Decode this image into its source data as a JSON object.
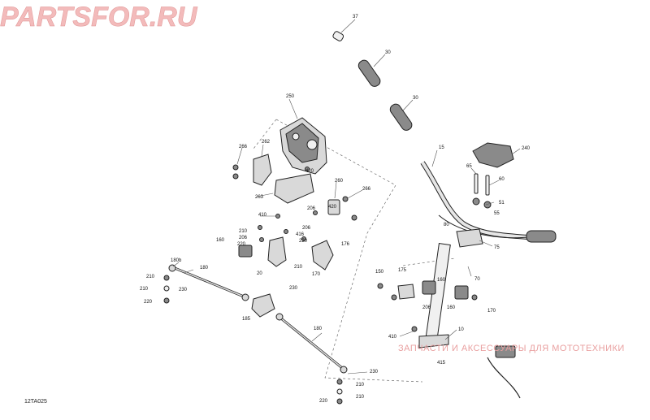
{
  "diagram": {
    "code": "12TA025",
    "callouts": {
      "c37": "37",
      "c30a": "30",
      "c30b": "30",
      "c250": "250",
      "c262": "262",
      "c266a": "266",
      "c420a": "420",
      "c260": "260",
      "c266b": "266",
      "c263": "263",
      "c420b": "420",
      "c410a": "410",
      "c206a": "206",
      "c416a": "416",
      "c220a": "220",
      "c210a": "210",
      "c206b": "206",
      "c160a": "160",
      "c220b": "220",
      "c206c": "206",
      "c176a": "176",
      "c210b": "210",
      "c20": "20",
      "c170a": "170",
      "c230a": "230",
      "c185": "185",
      "c180a": "180",
      "c180b": "180b",
      "c210c": "210",
      "c210d": "210",
      "c230b": "230",
      "c220c": "220",
      "c180c": "180",
      "c230c": "230",
      "c210e": "210",
      "c210f": "210",
      "c220d": "220",
      "c15": "15",
      "c240": "240",
      "c65": "65",
      "c60": "60",
      "c51": "51",
      "c55": "55",
      "c80": "80",
      "c75": "75",
      "c70": "70",
      "c150": "150",
      "c175": "175",
      "c160b": "160",
      "c206d": "206",
      "c160c": "160",
      "c170b": "170",
      "c10": "10",
      "c410b": "410",
      "c415": "415"
    }
  },
  "watermark": {
    "text": "ЗАПЧАСТИ И АКСЕССУАРЫ ДЛЯ МОТОТЕХНИКИ",
    "logo_text": "PARTSFOR.RU",
    "color": "#e05a5a"
  }
}
